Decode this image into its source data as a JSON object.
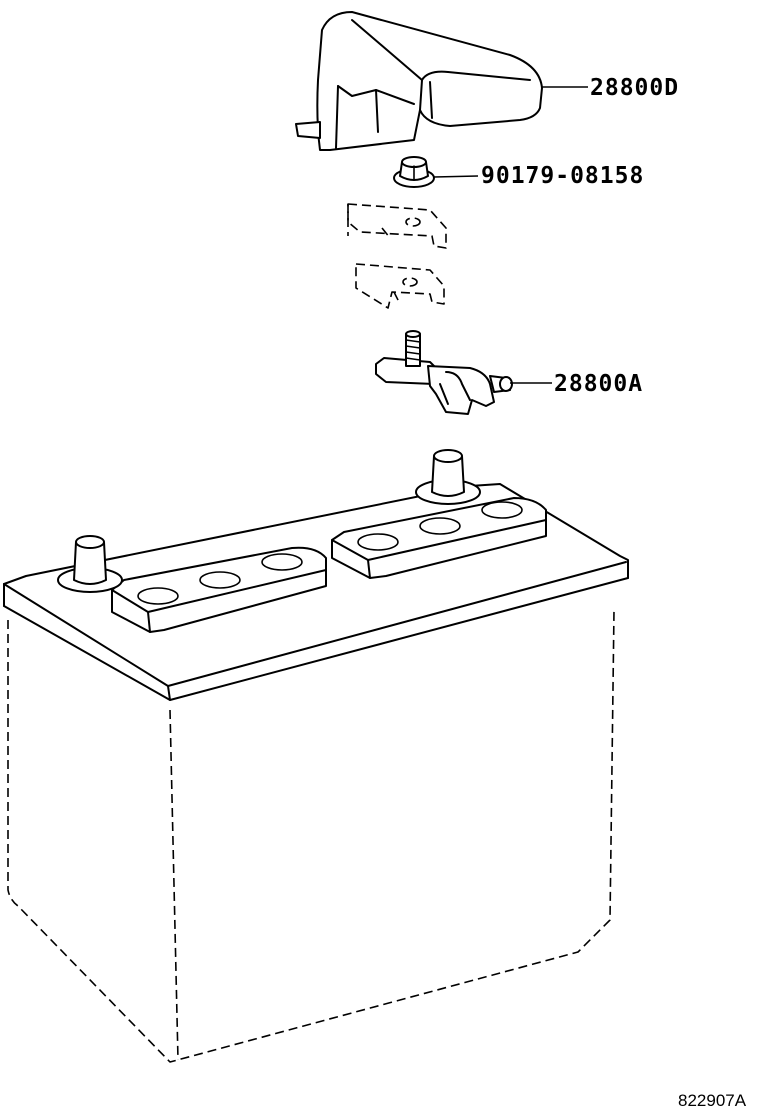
{
  "callouts": {
    "cover": "28800D",
    "nut": "90179-08158",
    "terminal": "28800A"
  },
  "figure_number": "822907A"
}
